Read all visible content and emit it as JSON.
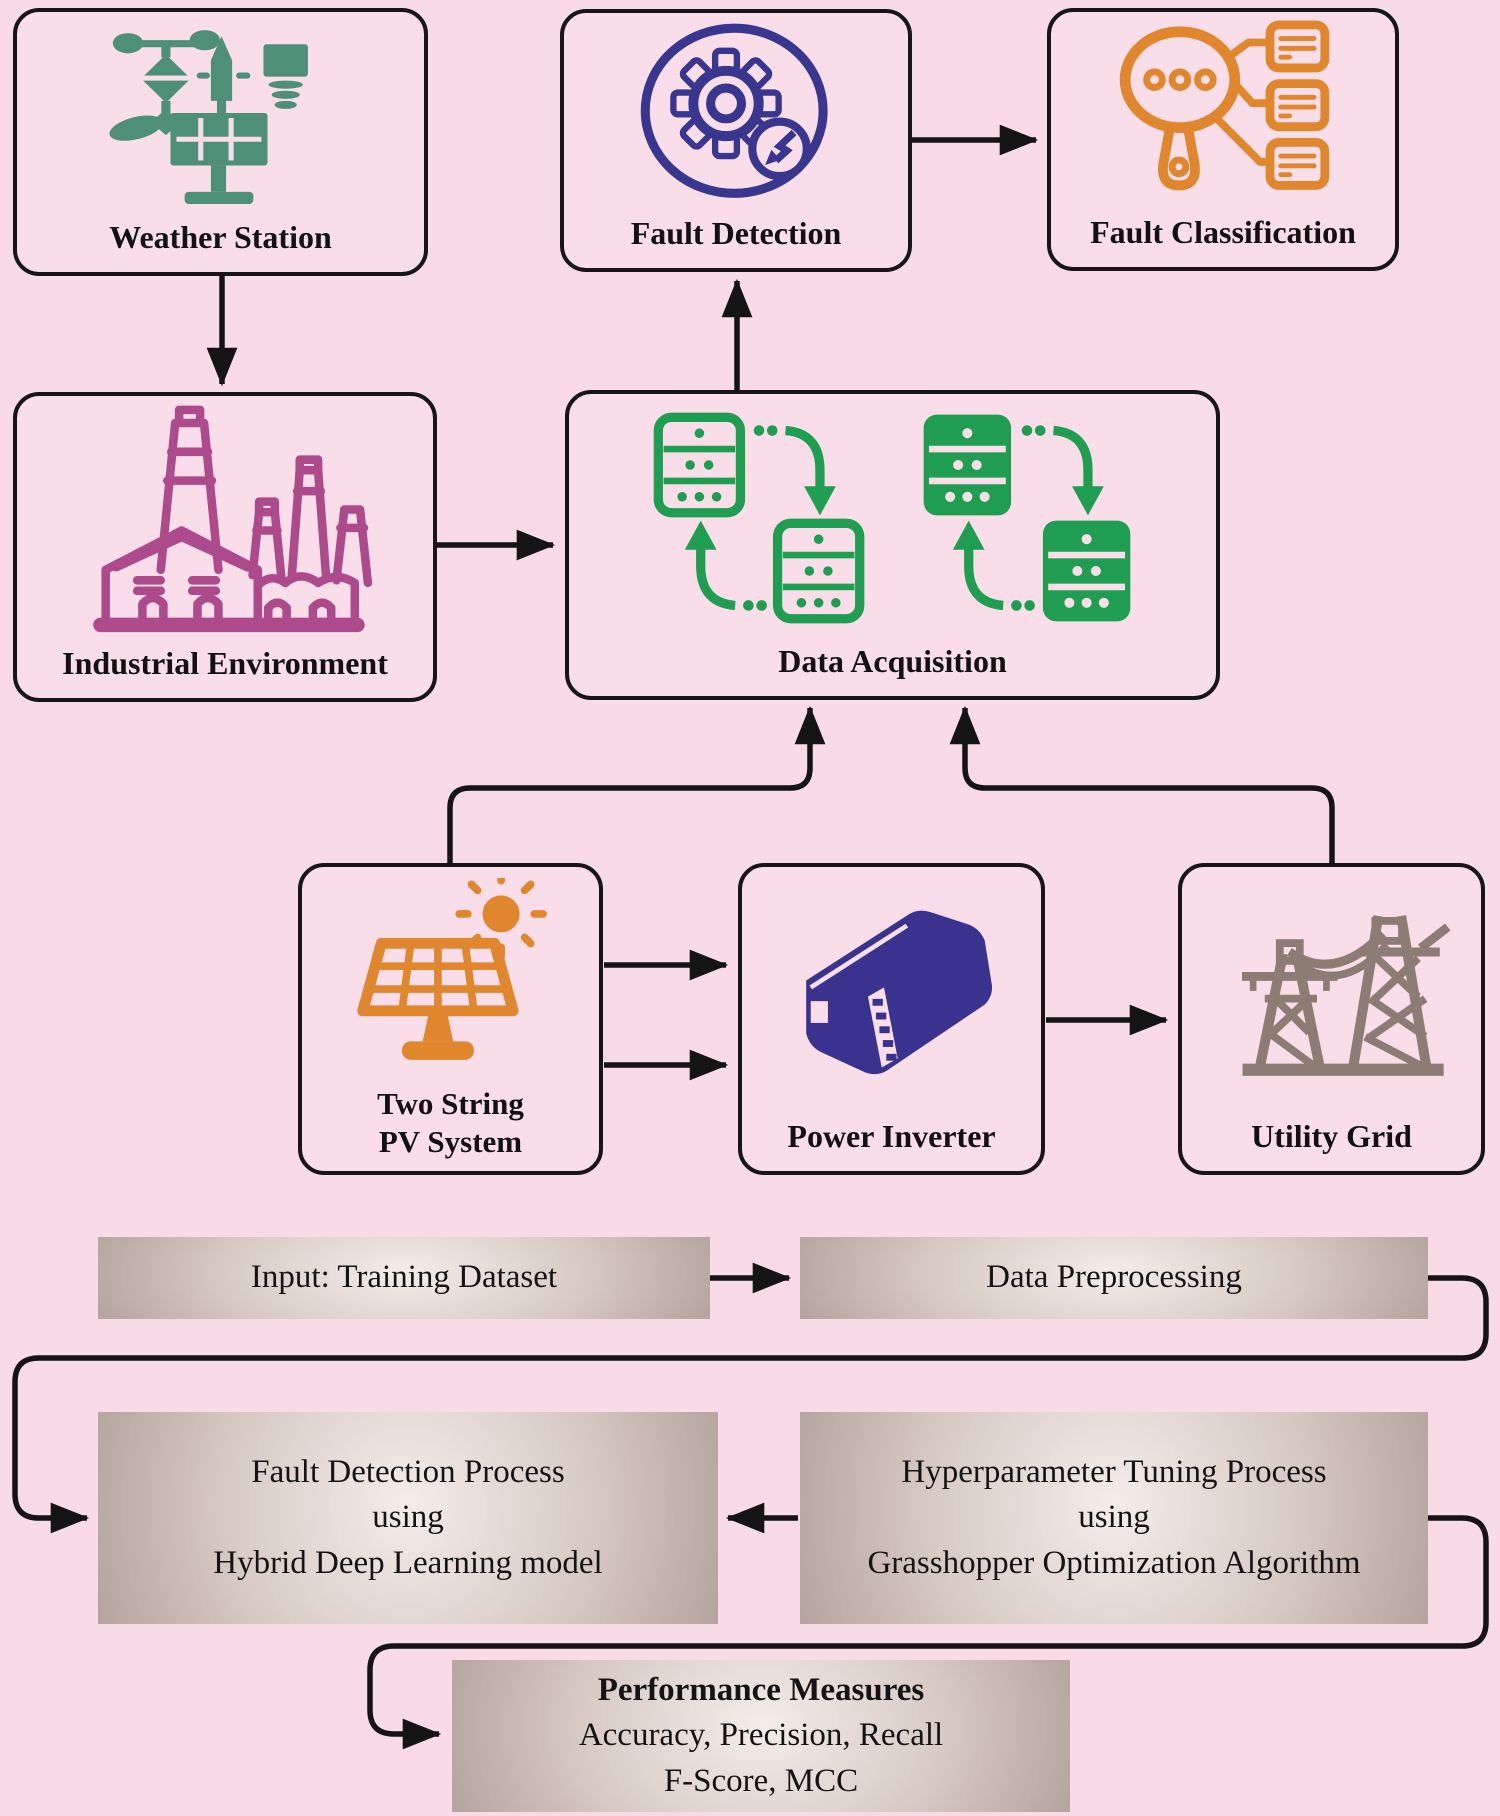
{
  "figure": {
    "type": "pv-fault-detection-framework-diagram",
    "background": "#f8dbe7"
  },
  "palette": {
    "line": "#141414",
    "box_fill": "#f9dee9",
    "teal": "#4e8f78",
    "indigo": "#39368f",
    "orange": "#e0862d",
    "magenta": "#ac4a8c",
    "green": "#1f9e52",
    "taupe": "#8c7c73",
    "bar_edge": "#b1a19a",
    "bar_center": "#f4ede9"
  },
  "nodes": {
    "weather_station": {
      "label": "Weather Station"
    },
    "fault_detection": {
      "label": "Fault Detection"
    },
    "fault_classification": {
      "label": "Fault Classification"
    },
    "industrial_environment": {
      "label": "Industrial Environment"
    },
    "data_acquisition": {
      "label": "Data Acquisition"
    },
    "pv_system": {
      "label_line1": "Two String",
      "label_line2": "PV System"
    },
    "power_inverter": {
      "label": "Power Inverter"
    },
    "utility_grid": {
      "label": "Utility Grid"
    }
  },
  "process_flow": {
    "input": {
      "label": "Input: Training Dataset"
    },
    "preprocessing": {
      "label": "Data Preprocessing"
    },
    "fault_detection_process": {
      "line1": "Fault Detection Process",
      "line2": "using",
      "line3": "Hybrid Deep Learning model"
    },
    "hyperparameter_tuning": {
      "line1": "Hyperparameter Tuning Process",
      "line2": "using",
      "line3": "Grasshopper Optimization Algorithm"
    },
    "performance_measures": {
      "title": "Performance Measures",
      "line2": "Accuracy, Precision, Recall",
      "line3": "F-Score, MCC"
    }
  }
}
